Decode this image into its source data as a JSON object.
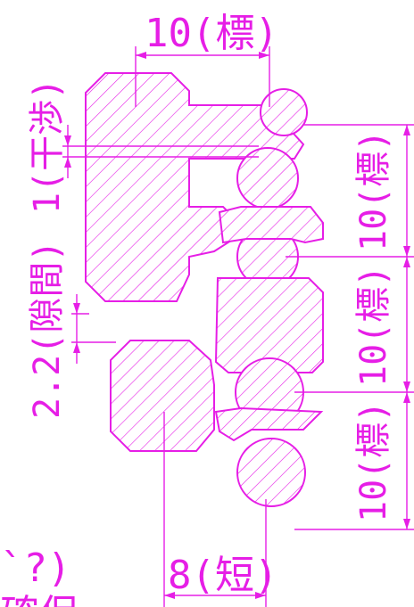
{
  "drawing": {
    "line_color": "#e61ee6",
    "background": "#ffffff"
  },
  "dimensions": {
    "top_width": "10(標)",
    "interference": "1(干渉)",
    "gap": "2.2(隙間)",
    "pitch_1": "10(標)",
    "pitch_2": "10(標)",
    "pitch_3": "10(標)",
    "bottom_width": "8(短)"
  },
  "partial_text": {
    "bottom_left_paren": "`?)",
    "bottom_left_clipped": "確保"
  }
}
